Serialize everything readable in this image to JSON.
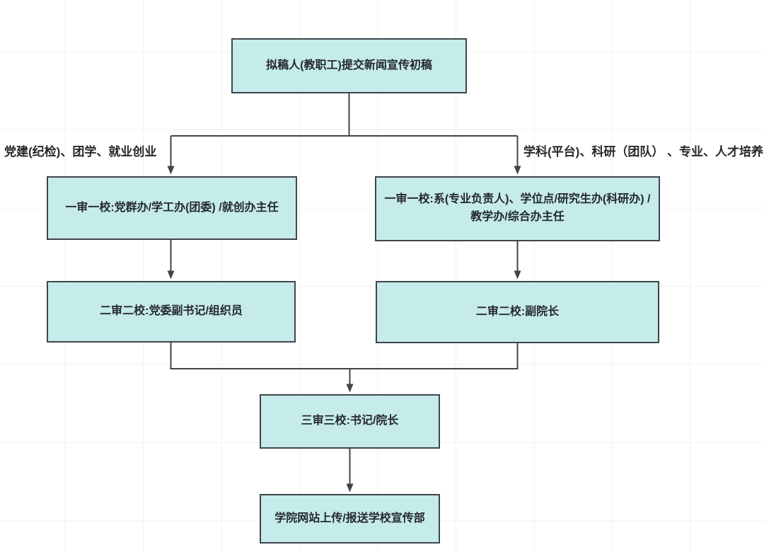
{
  "diagram": {
    "nodes": {
      "draft": {
        "label": "拟稿人(教职工)提交新闻宣传初稿"
      },
      "left_rev1": {
        "label": "一审一校:党群办/学工办(团委) /就创办主任"
      },
      "right_rev1": {
        "label": "一审一校:系(专业负责人)、学位点/研究生办(科研办) /教学办/综合办主任"
      },
      "left_rev2": {
        "label": "二审二校:党委副书记/组织员"
      },
      "right_rev2": {
        "label": "二审二校:副院长"
      },
      "rev3": {
        "label": "三审三校:书记/院长"
      },
      "publish": {
        "label": "学院网站上传/报送学校宣传部"
      }
    },
    "edge_labels": {
      "left_branch": "党建(纪检)、团学、就业创业",
      "right_branch": "学科(平台)、科研（团队） 、专业、人才培养"
    },
    "colors": {
      "node_fill": "#c5ebeb",
      "node_border": "#3f454b",
      "line": "#3f454b",
      "text": "#25282c"
    }
  }
}
